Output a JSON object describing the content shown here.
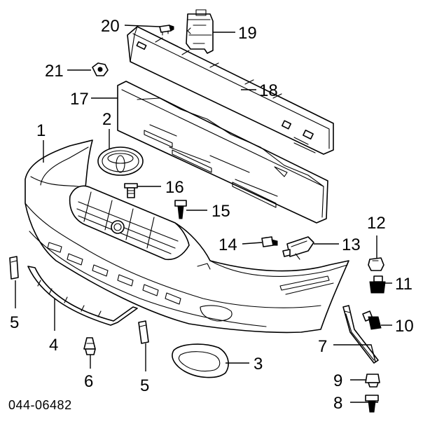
{
  "diagram": {
    "code": "044-06482",
    "callouts": {
      "c1": "1",
      "c2": "2",
      "c3": "3",
      "c4": "4",
      "c5a": "5",
      "c5b": "5",
      "c6": "6",
      "c7": "7",
      "c8": "8",
      "c9": "9",
      "c10": "10",
      "c11": "11",
      "c12": "12",
      "c13": "13",
      "c14": "14",
      "c15": "15",
      "c16": "16",
      "c17": "17",
      "c18": "18",
      "c19": "19",
      "c20": "20",
      "c21": "21"
    }
  }
}
